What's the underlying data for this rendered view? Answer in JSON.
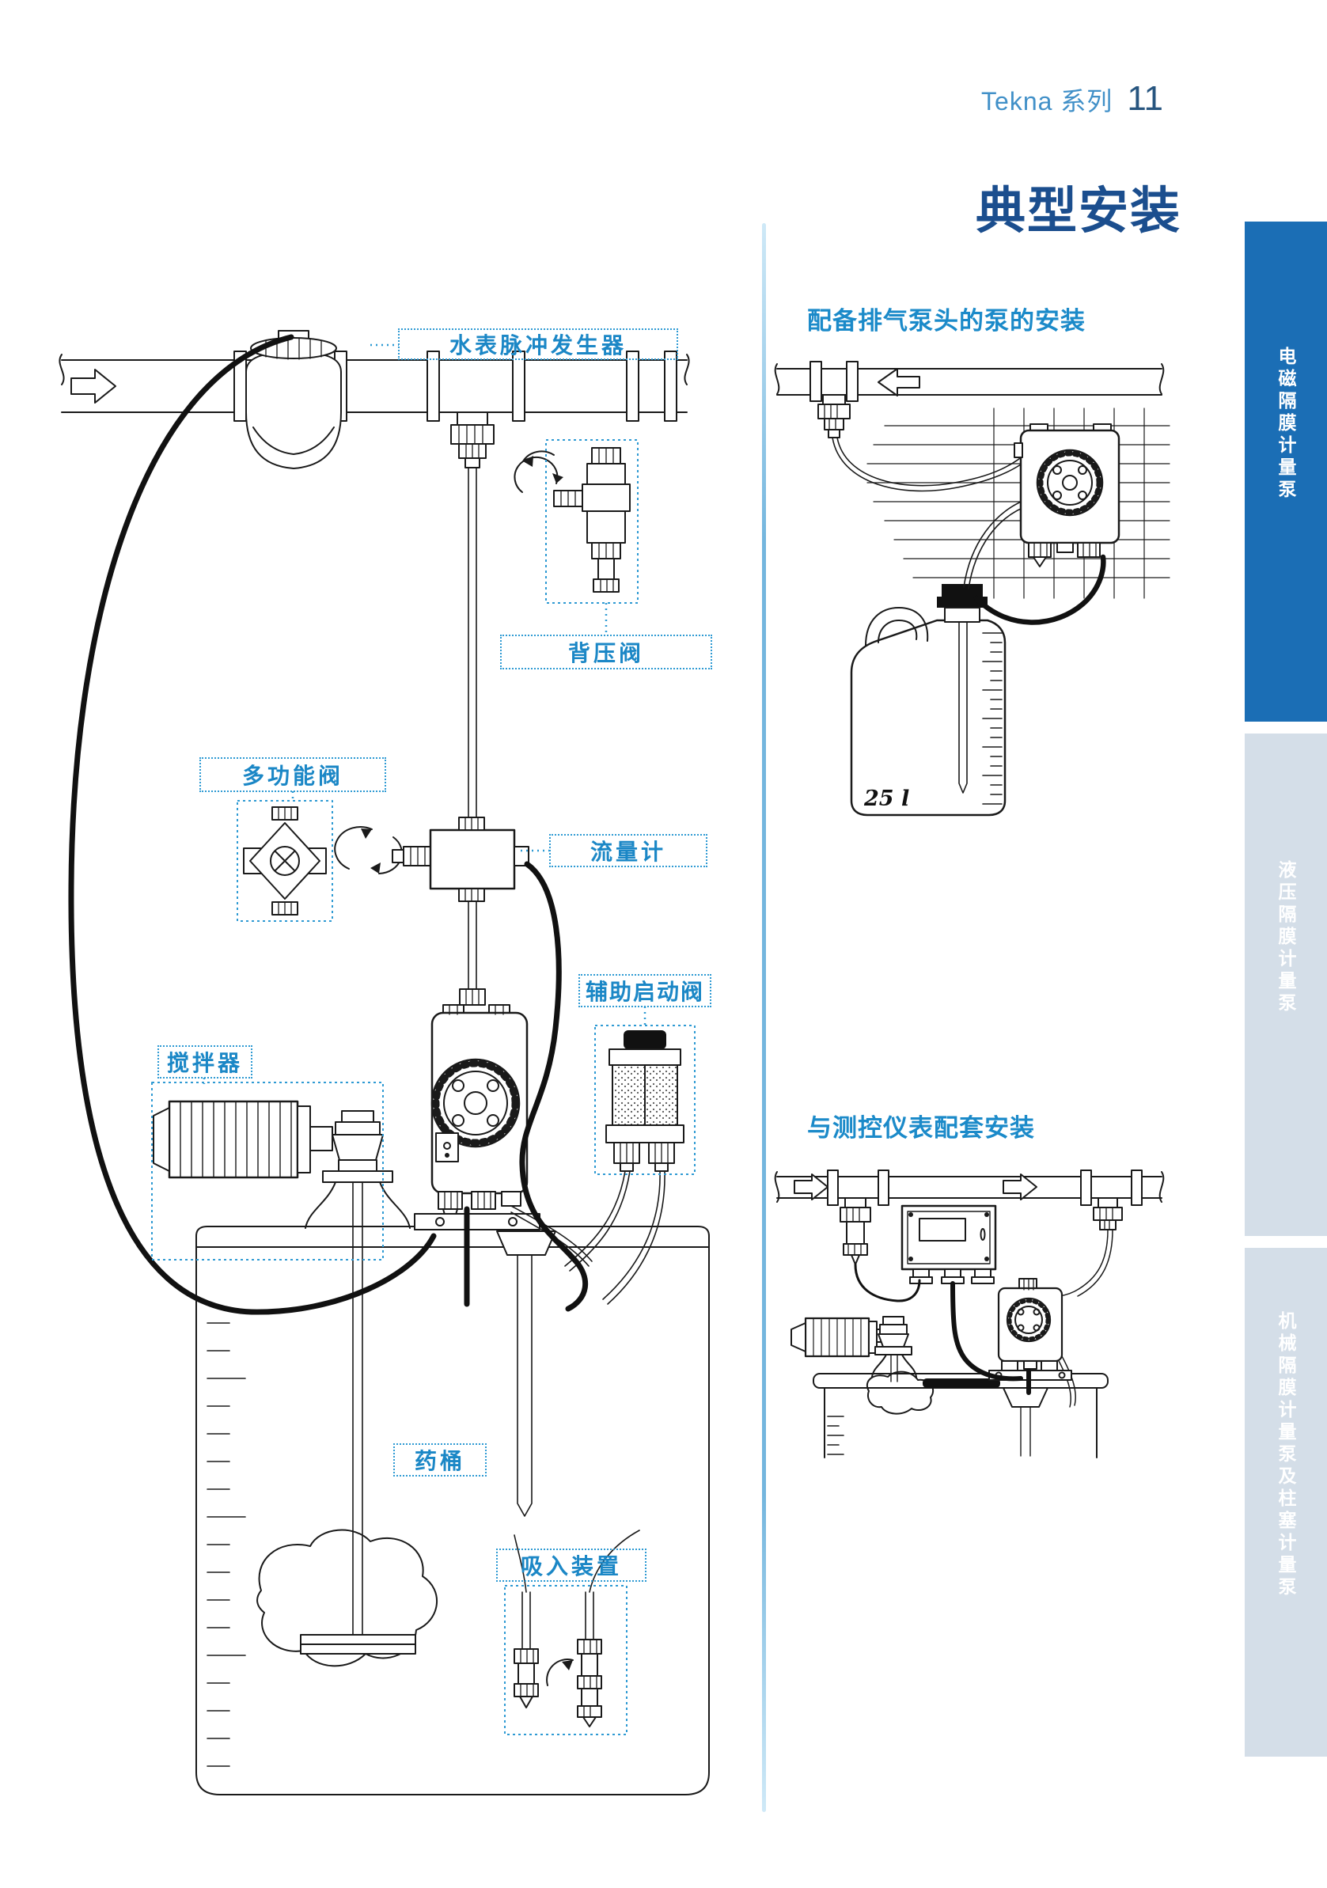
{
  "header": {
    "series": "Tekna 系列",
    "page_number": "11"
  },
  "page_title": "典型安装",
  "main_diagram": {
    "labels": {
      "water_meter_pulse_generator": "水表脉冲发生器",
      "back_pressure_valve": "背压阀",
      "multifunction_valve": "多功能阀",
      "flow_meter": "流量计",
      "auxiliary_start_valve": "辅助启动阀",
      "agitator": "搅拌器",
      "chemical_tank": "药桶",
      "suction_device": "吸入装置"
    }
  },
  "right_diagrams": {
    "degassing_head_title": "配备排气泵头的泵的安装",
    "instrumentation_title": "与测控仪表配套安装",
    "tank_capacity": "25 l"
  },
  "sidebar_tabs": [
    {
      "label": "电磁隔膜计量泵",
      "active": true
    },
    {
      "label": "液压隔膜计量泵",
      "active": false
    },
    {
      "label": "机械隔膜计量泵及柱塞计量泵",
      "active": false
    }
  ],
  "colors": {
    "title_blue": "#1b4e8e",
    "heading_cyan": "#1b8ac9",
    "label_blue": "#1b87c6",
    "callout_border": "#2e9ad3",
    "active_tab_blue": "#1b6eb5",
    "inactive_tab_gray": "#d4dee8",
    "line_art": "#1a1a1a"
  }
}
